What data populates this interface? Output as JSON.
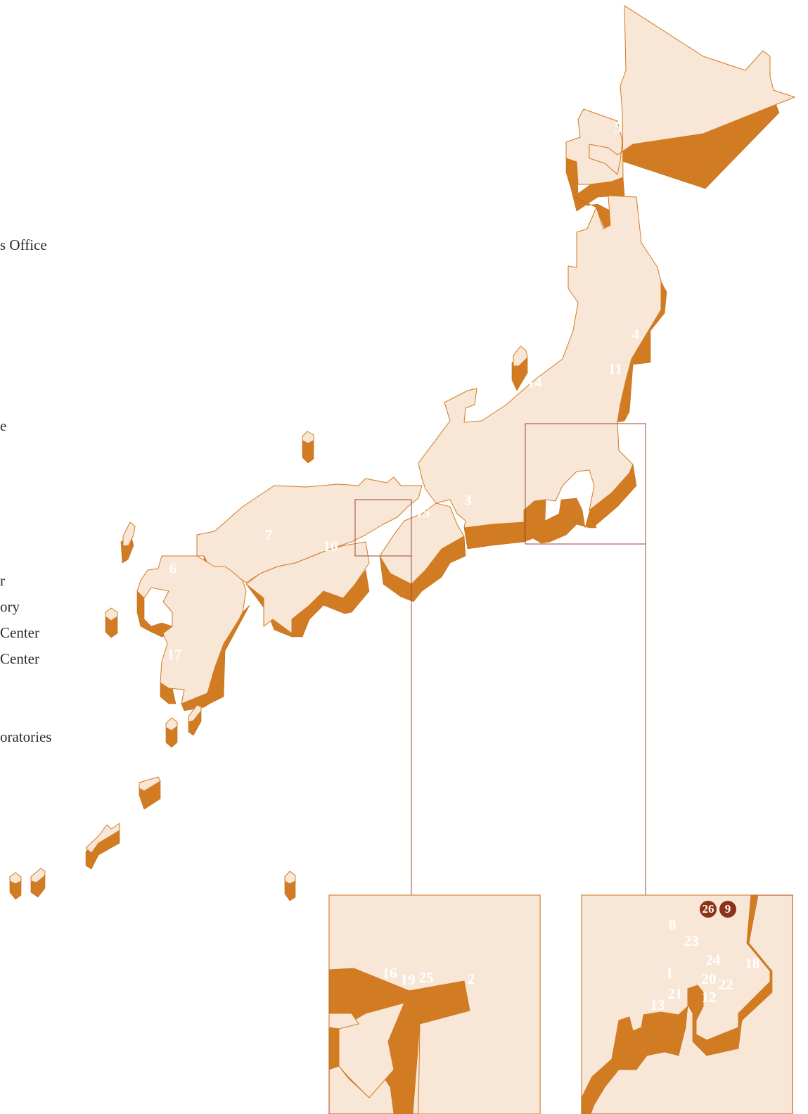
{
  "legend": {
    "fragments": [
      {
        "text": "s Office"
      },
      {
        "text": "e"
      },
      {
        "text": "r"
      },
      {
        "text": "ory"
      },
      {
        "text": "Center"
      },
      {
        "text": "Center"
      },
      {
        "text": "oratories"
      }
    ]
  },
  "markers": [
    {
      "id": "1",
      "label": "1"
    },
    {
      "id": "2",
      "label": "2"
    },
    {
      "id": "3",
      "label": "3"
    },
    {
      "id": "4",
      "label": "4"
    },
    {
      "id": "5",
      "label": "5"
    },
    {
      "id": "6",
      "label": "6"
    },
    {
      "id": "7",
      "label": "7"
    },
    {
      "id": "8",
      "label": "8"
    },
    {
      "id": "10",
      "label": "10"
    },
    {
      "id": "11",
      "label": "11"
    },
    {
      "id": "12",
      "label": "12"
    },
    {
      "id": "13",
      "label": "13"
    },
    {
      "id": "14",
      "label": "14"
    },
    {
      "id": "15",
      "label": "15"
    },
    {
      "id": "16",
      "label": "16"
    },
    {
      "id": "17",
      "label": "17"
    },
    {
      "id": "18",
      "label": "18"
    },
    {
      "id": "19",
      "label": "19"
    },
    {
      "id": "20",
      "label": "20"
    },
    {
      "id": "21",
      "label": "21"
    },
    {
      "id": "22",
      "label": "22"
    },
    {
      "id": "23",
      "label": "23"
    },
    {
      "id": "24",
      "label": "24"
    },
    {
      "id": "25",
      "label": "25"
    }
  ],
  "highlighted_markers": [
    {
      "id": "26",
      "label": "26"
    },
    {
      "id": "9",
      "label": "9"
    }
  ],
  "colors": {
    "land": "#f8e6d6",
    "relief": "#d17c22",
    "frame": "#9a4a30",
    "highlight": "#8a3318",
    "label": "#ffffff"
  }
}
